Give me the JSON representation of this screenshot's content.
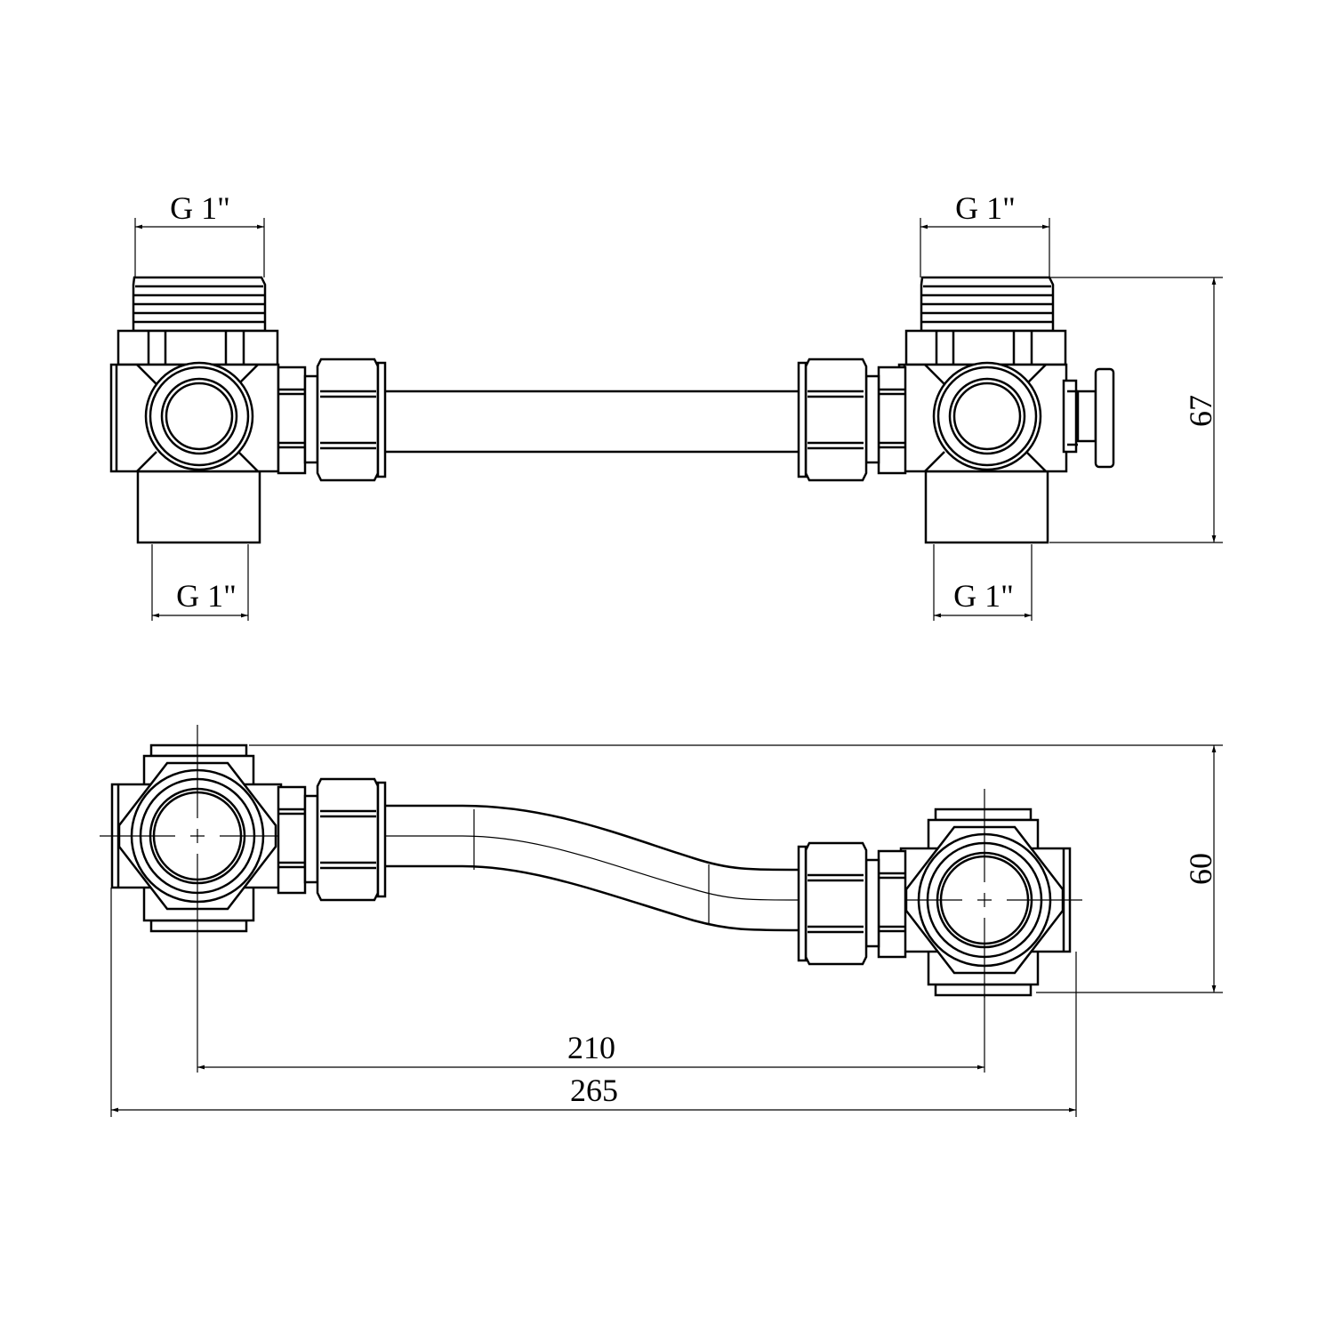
{
  "drawing": {
    "top_view": {
      "left_top_thread": "G 1\"",
      "left_bottom_thread": "G 1\"",
      "right_top_thread": "G 1\"",
      "right_bottom_thread": "G 1\"",
      "height_dim": "67"
    },
    "bottom_view": {
      "depth_dim": "60",
      "center_distance_dim": "210",
      "overall_length_dim": "265"
    },
    "colors": {
      "line": "#000000",
      "background": "#ffffff"
    }
  }
}
